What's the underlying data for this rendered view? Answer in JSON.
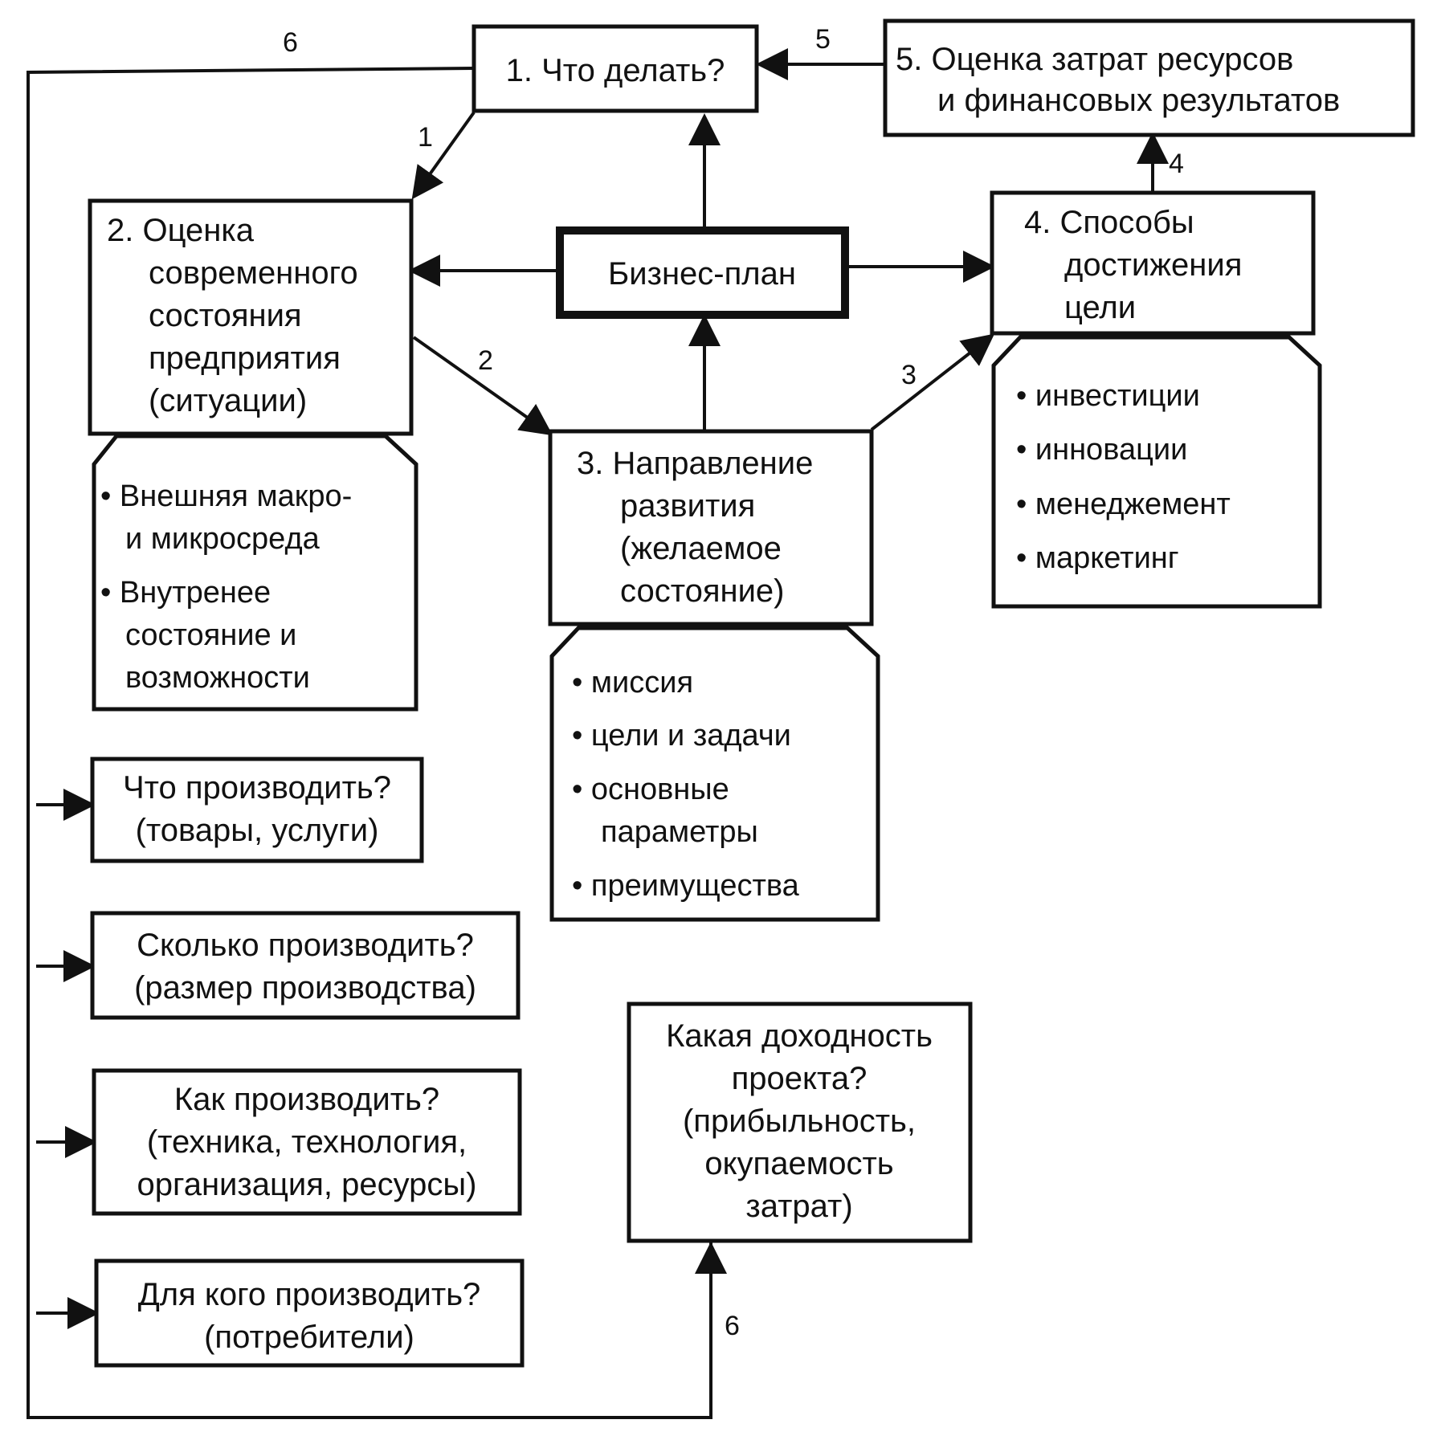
{
  "box_1": {
    "title": "1. Что делать?"
  },
  "box_5": {
    "line_1": "5. Оценка затрат ресурсов",
    "line_2": "и финансовых результатов"
  },
  "box_2": {
    "lines": [
      "2. Оценка",
      "современного",
      "состояния",
      "предприятия",
      "(ситуации)"
    ],
    "list": [
      "• Внешняя макро-",
      "и микросреда",
      "• Внутренее",
      "состояние и",
      "возможности"
    ]
  },
  "business_plan": {
    "label": "Бизнес-план"
  },
  "box_4": {
    "lines": [
      "4. Способы",
      "достижения",
      "цели"
    ],
    "list": [
      "• инвестиции",
      "• инновации",
      "• менеджемент",
      "• маркетинг"
    ]
  },
  "box_3": {
    "lines": [
      "3. Направление",
      "развития",
      "(желаемое",
      "состояние)"
    ],
    "list": [
      "• миссия",
      "• цели и задачи",
      "• основные",
      "параметры",
      "• преимущества"
    ]
  },
  "questions": [
    {
      "line_1": "Что производить?",
      "line_2": "(товары, услуги)"
    },
    {
      "line_1": "Сколько производить?",
      "line_2": "(размер производства)"
    },
    {
      "line_1": "Как производить?",
      "line_2": "(техника, технология,",
      "line_3": "организация, ресурсы)"
    },
    {
      "line_1": "Для кого производить?",
      "line_2": "(потребители)"
    }
  ],
  "profitability": {
    "lines": [
      "Какая доходность",
      "проекта?",
      "(прибыльность,",
      "окупаемость",
      "затрат)"
    ]
  },
  "arrow_labels": {
    "a1": "1",
    "a2": "2",
    "a3": "3",
    "a4": "4",
    "a5": "5",
    "a6_top": "6",
    "a6_bottom": "6"
  }
}
